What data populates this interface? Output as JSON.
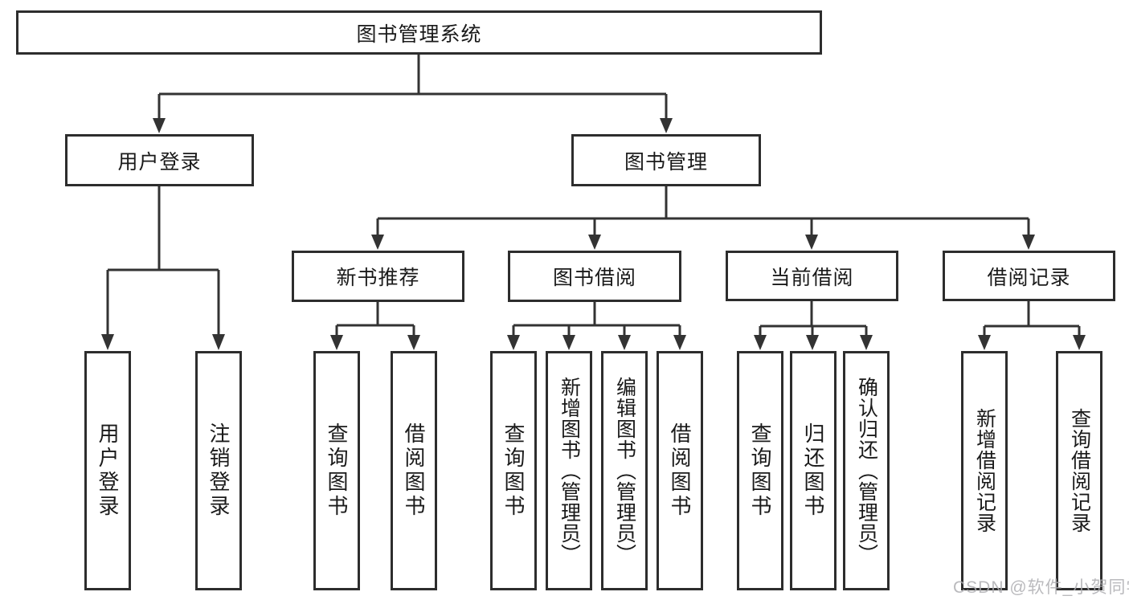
{
  "title": "图书管理系统",
  "branches": {
    "user": {
      "label": "用户登录",
      "children": [
        "用户登录",
        "注销登录"
      ]
    },
    "books": {
      "label": "图书管理",
      "groups": [
        {
          "label": "新书推荐",
          "children": [
            "查询图书",
            "借阅图书"
          ]
        },
        {
          "label": "图书借阅",
          "children": [
            "查询图书",
            "新增图书（管理员）",
            "编辑图书（管理员）",
            "借阅图书"
          ]
        },
        {
          "label": "当前借阅",
          "children": [
            "查询图书",
            "归还图书",
            "确认归还（管理员）"
          ]
        },
        {
          "label": "借阅记录",
          "children": [
            "新增借阅记录",
            "查询借阅记录"
          ]
        }
      ]
    }
  },
  "watermark": "CSDN @软件_小贺同学",
  "colors": {
    "line": "#333333",
    "box_border": "#2d2d2d",
    "text": "#1a1a1a",
    "watermark": "#aeaeb2",
    "background": "#ffffff"
  }
}
